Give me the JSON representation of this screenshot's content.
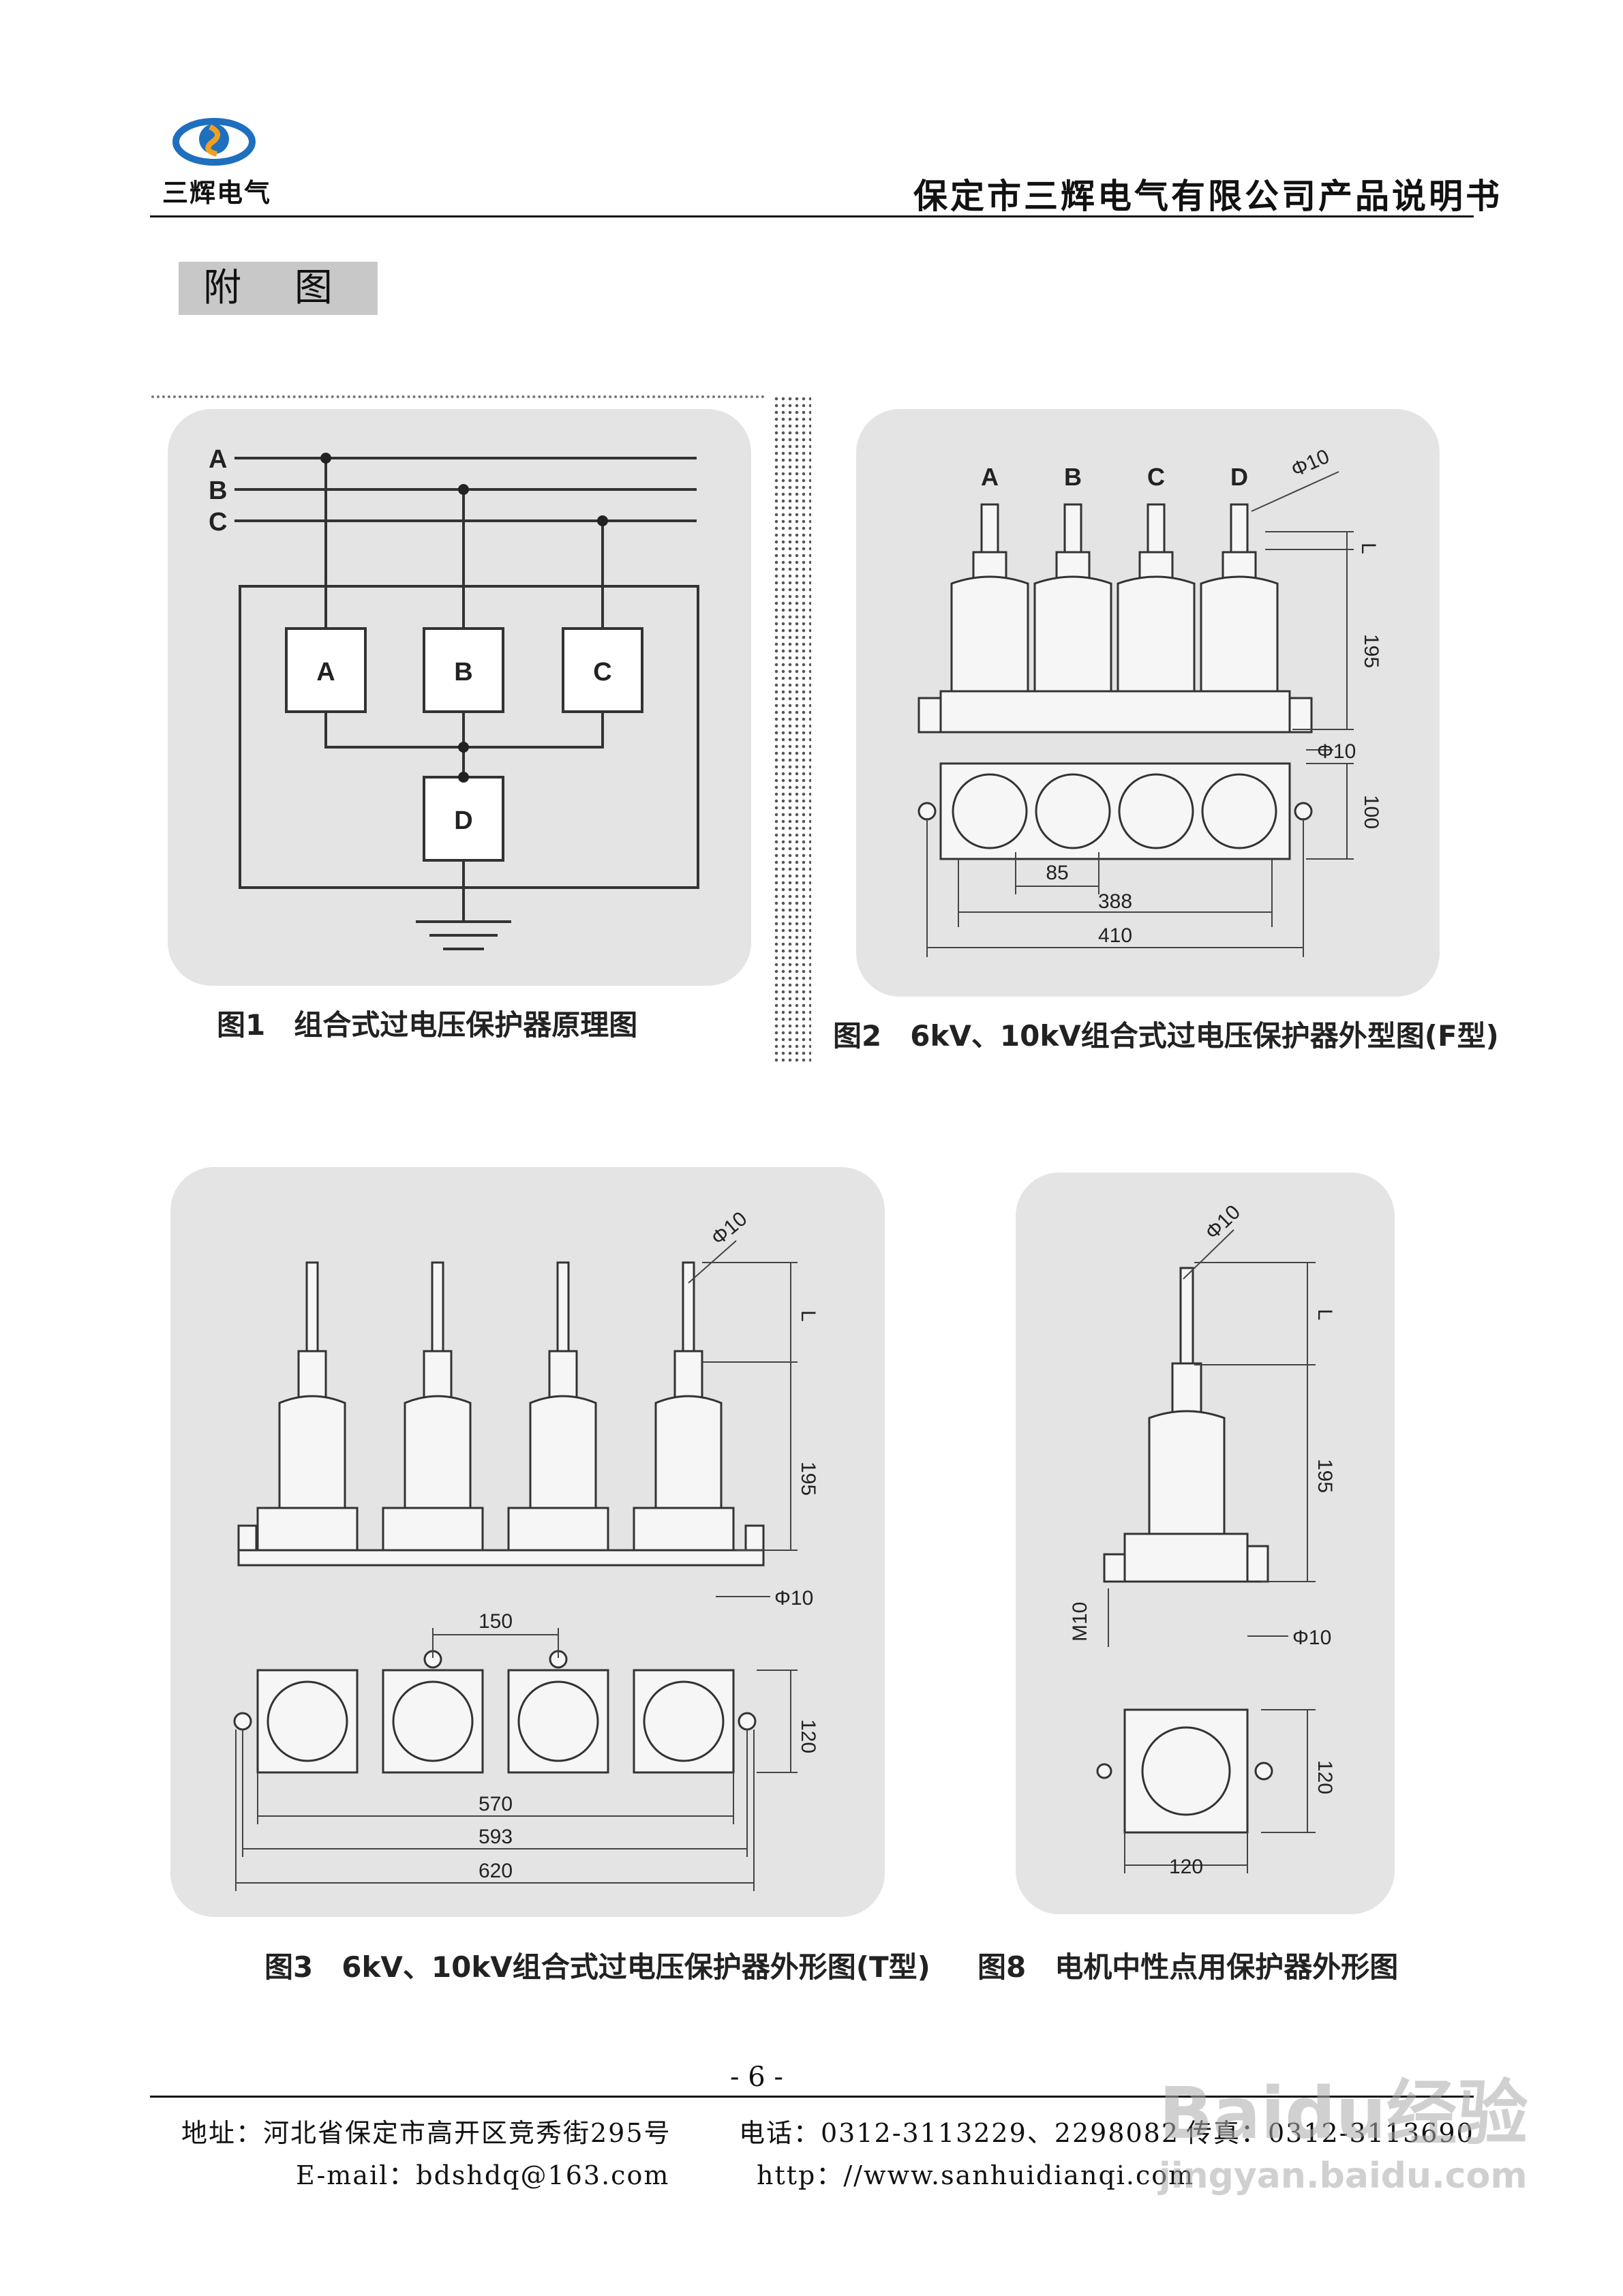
{
  "header": {
    "logo_text": "三辉电气",
    "company_title": "保定市三辉电气有限公司产品说明书"
  },
  "section": {
    "title": "附 图"
  },
  "figures": {
    "fig1": {
      "caption": "图1　组合式过电压保护器原理图",
      "bus_labels": [
        "A",
        "B",
        "C"
      ],
      "box_labels": [
        "A",
        "B",
        "C",
        "D"
      ]
    },
    "fig2": {
      "caption": "图2　6kV、10kV组合式过电压保护器外型图(F型)",
      "top_labels": [
        "A",
        "B",
        "C",
        "D"
      ],
      "dims": {
        "phi_top": "Φ10",
        "l": "L",
        "height": "195",
        "phi_bottom": "Φ10",
        "depth": "100",
        "pitch": "85",
        "inner": "388",
        "outer": "410"
      }
    },
    "fig3": {
      "caption": "图3　6kV、10kV组合式过电压保护器外形图(T型)",
      "dims": {
        "phi_top": "Φ10",
        "l": "L",
        "height": "195",
        "phi_bottom": "Φ10",
        "pitch": "150",
        "depth": "120",
        "w1": "570",
        "w2": "593",
        "w3": "620"
      }
    },
    "fig8": {
      "caption": "图8　电机中性点用保护器外形图",
      "dims": {
        "phi_top": "Φ10",
        "l": "L",
        "height": "195",
        "bolt": "M10",
        "phi_bottom": "Φ10",
        "depth": "120",
        "width": "120"
      }
    }
  },
  "footer": {
    "page_number": "- 6 -",
    "address": "地址：河北省保定市高开区竞秀街295号",
    "phone": "电话：0312-3113229、2298082",
    "fax": "传真：0312-3113690",
    "email_label": "E-mail：",
    "email": "bdshdq@163.com",
    "web_label": "http：//",
    "web": "www.sanhuidianqi.com"
  },
  "watermark": {
    "brand": "Baidu经验",
    "domain": "jingyan.baidu.com"
  },
  "colors": {
    "panel": "#e4e4e4",
    "logo_blue": "#1f6fbf",
    "logo_orange": "#f0a020",
    "section_bg": "#c8c8c8"
  }
}
